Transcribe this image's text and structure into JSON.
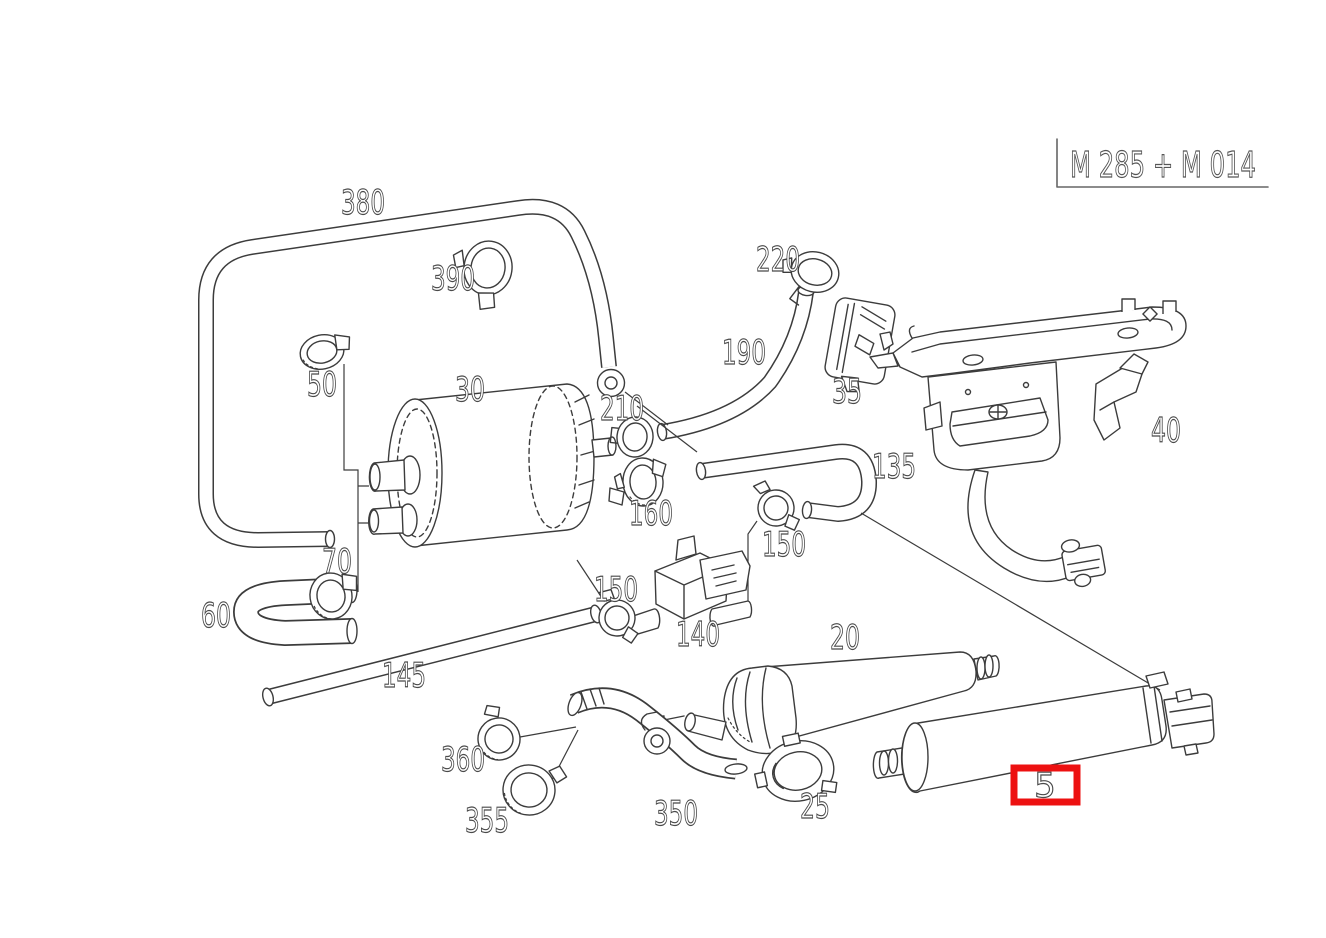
{
  "meta": {
    "background_color": "#ffffff",
    "line_color": "#3c3c3c",
    "highlight_color": "#ed1111",
    "diagram_type": "exploded-parts-diagram",
    "highlighted_part": "5"
  },
  "title": {
    "text": "M 285 + M 014"
  },
  "labels": {
    "p380": "380",
    "p390": "390",
    "p50": "50",
    "p30": "30",
    "p210": "210",
    "p160": "160",
    "p220": "220",
    "p190": "190",
    "p35": "35",
    "p40": "40",
    "p135": "135",
    "p150r": "150",
    "p150l": "150",
    "p140": "140",
    "p70": "70",
    "p60": "60",
    "p145": "145",
    "p20": "20",
    "p360": "360",
    "p355": "355",
    "p350": "350",
    "p25": "25",
    "p5": "5"
  }
}
